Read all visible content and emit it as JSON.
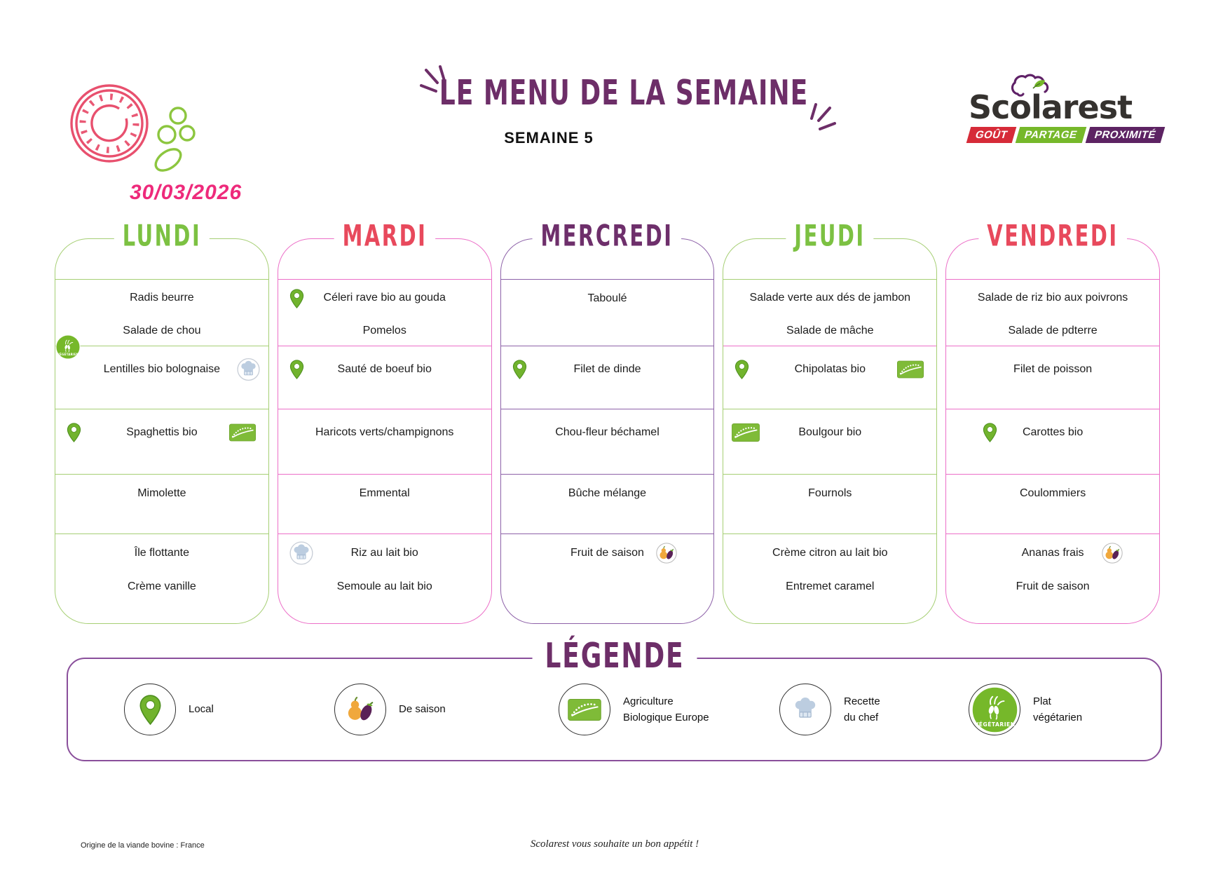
{
  "page": {
    "title": "LE MENU DE LA SEMAINE",
    "week_label": "SEMAINE 5",
    "date": "30/03/2026",
    "title_color": "#6d2e68",
    "date_color": "#ee2a7b"
  },
  "brand": {
    "name": "Scolarest",
    "banners": [
      {
        "label": "GOÛT",
        "color": "#d62b38"
      },
      {
        "label": "PARTAGE",
        "color": "#76b82a"
      },
      {
        "label": "PROXIMITÉ",
        "color": "#5d2363"
      }
    ]
  },
  "days": [
    {
      "name": "LUNDI",
      "title_color": "#7cc142",
      "border_color": "#a6cf74",
      "sections": [
        {
          "rows": [
            {
              "text": "Radis beurre"
            },
            {
              "text": "Salade de chou"
            }
          ]
        },
        {
          "rows": [
            {
              "text": "Lentilles bio bolognaise",
              "left": "veg",
              "right": "chef"
            }
          ]
        },
        {
          "rows": [
            {
              "text": "Spaghettis bio",
              "left": "pin",
              "right": "organic"
            }
          ]
        },
        {
          "rows": [
            {
              "text": "Mimolette"
            }
          ]
        },
        {
          "rows": [
            {
              "text": "Île flottante"
            },
            {
              "text": "Crème vanille"
            }
          ]
        }
      ]
    },
    {
      "name": "MARDI",
      "title_color": "#e8495c",
      "border_color": "#ec6fc8",
      "sections": [
        {
          "rows": [
            {
              "text": "Céleri rave bio au gouda",
              "left": "pin"
            },
            {
              "text": "Pomelos"
            }
          ]
        },
        {
          "rows": [
            {
              "text": "Sauté de boeuf bio",
              "left": "pin"
            }
          ]
        },
        {
          "rows": [
            {
              "text": "Haricots verts/champignons"
            }
          ]
        },
        {
          "rows": [
            {
              "text": "Emmental"
            }
          ]
        },
        {
          "rows": [
            {
              "text": "Riz au lait bio",
              "left": "chef"
            },
            {
              "text": "Semoule au lait bio"
            }
          ]
        }
      ]
    },
    {
      "name": "MERCREDI",
      "title_color": "#6e2f6b",
      "border_color": "#8d61a8",
      "sections": [
        {
          "rows": [
            {
              "text": "Taboulé"
            }
          ]
        },
        {
          "rows": [
            {
              "text": "Filet de dinde",
              "left": "pin"
            }
          ]
        },
        {
          "rows": [
            {
              "text": "Chou-fleur béchamel"
            }
          ]
        },
        {
          "rows": [
            {
              "text": "Bûche mélange"
            }
          ]
        },
        {
          "rows": [
            {
              "text": "Fruit de saison",
              "right": "seasonal"
            }
          ]
        }
      ]
    },
    {
      "name": "JEUDI",
      "title_color": "#7cc142",
      "border_color": "#a6cf74",
      "divider_overrides": {
        "1": "#ec6fc8"
      },
      "sections": [
        {
          "rows": [
            {
              "text": "Salade verte aux dés de jambon"
            },
            {
              "text": "Salade de mâche"
            }
          ]
        },
        {
          "rows": [
            {
              "text": "Chipolatas bio",
              "left": "pin",
              "right": "organic"
            }
          ]
        },
        {
          "rows": [
            {
              "text": "Boulgour bio",
              "left": "organic"
            }
          ]
        },
        {
          "rows": [
            {
              "text": "Fournols"
            }
          ]
        },
        {
          "rows": [
            {
              "text": "Crème citron au lait bio"
            },
            {
              "text": "Entremet caramel"
            }
          ]
        }
      ]
    },
    {
      "name": "VENDREDI",
      "title_color": "#e8495c",
      "border_color": "#ec6fc8",
      "sections": [
        {
          "rows": [
            {
              "text": "Salade de riz bio  aux poivrons"
            },
            {
              "text": "Salade de pdterre"
            }
          ]
        },
        {
          "rows": [
            {
              "text": "Filet de poisson"
            }
          ]
        },
        {
          "rows": [
            {
              "text": "Carottes bio",
              "left": "pin",
              "left_inset": true
            }
          ]
        },
        {
          "rows": [
            {
              "text": "Coulommiers"
            }
          ]
        },
        {
          "rows": [
            {
              "text": "Ananas frais",
              "right": "seasonal"
            },
            {
              "text": "Fruit de saison"
            }
          ]
        }
      ]
    }
  ],
  "legend": {
    "title": "LÉGENDE",
    "title_color": "#6d2e68",
    "items": [
      {
        "icon": "pin",
        "lines": [
          "Local"
        ]
      },
      {
        "icon": "seasonal",
        "lines": [
          "De saison"
        ]
      },
      {
        "icon": "organic",
        "lines": [
          "Agriculture",
          "Biologique Europe"
        ]
      },
      {
        "icon": "chef",
        "lines": [
          "Recette",
          "du chef"
        ]
      },
      {
        "icon": "veg",
        "lines": [
          "Plat",
          "végétarien"
        ]
      }
    ]
  },
  "footer": {
    "left": "Origine de la viande bovine : France",
    "center": "Scolarest vous souhaite un bon appétit !"
  }
}
